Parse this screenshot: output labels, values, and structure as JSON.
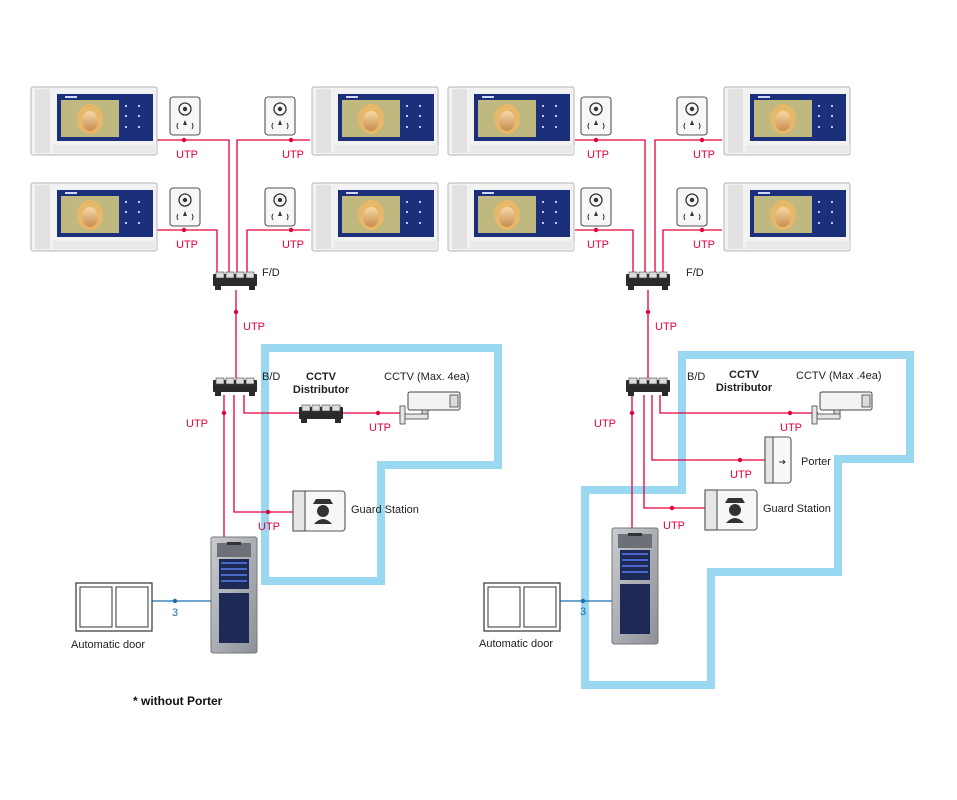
{
  "labels": {
    "utp": "UTP",
    "fd": "F/D",
    "bd": "B/D",
    "cctv_dist_line1": "CCTV",
    "cctv_dist_line2": "Distributor",
    "cctv_left": "CCTV (Max. 4ea)",
    "cctv_right": "CCTV (Max .4ea)",
    "guard_station": "Guard Station",
    "porter": "Porter",
    "auto_door": "Automatic door",
    "door_wire": "3",
    "footnote": "* without Porter"
  },
  "icons": {
    "monitor": "video-monitor-icon",
    "camera": "door-camera-icon",
    "cctv": "cctv-camera-icon",
    "guard": "guard-station-icon",
    "porter": "porter-phone-icon",
    "lobby": "lobby-panel-icon",
    "door": "automatic-door-icon",
    "hub": "distributor-hub-icon"
  },
  "colors": {
    "utp_wire": "#e4003a",
    "door_wire": "#1a6fb0",
    "zone": "#9ad8f2",
    "monitor_frame": "#f2f2f2",
    "monitor_screen": "#1b2f7a"
  }
}
